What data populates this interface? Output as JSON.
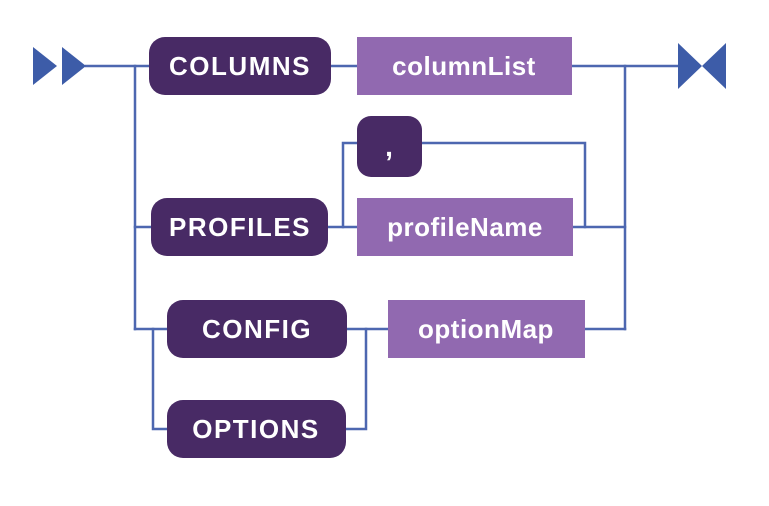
{
  "diagram": {
    "kind": "railroad-syntax-diagram",
    "colors": {
      "background": "#ffffff",
      "line": "#4d67b0",
      "terminal": "#3d5ca8",
      "keyword_bg": "#482a65",
      "value_bg": "#9169b0",
      "text": "#ffffff"
    },
    "nodes": {
      "columns": "COLUMNS",
      "columnList": "columnList",
      "comma": ",",
      "profiles": "PROFILES",
      "profileName": "profileName",
      "config": "CONFIG",
      "optionMap": "optionMap",
      "options": "OPTIONS"
    },
    "branches": [
      "COLUMNS columnList",
      "PROFILES profileName (, repeatable)",
      "CONFIG optionMap",
      "OPTIONS optionMap"
    ]
  }
}
